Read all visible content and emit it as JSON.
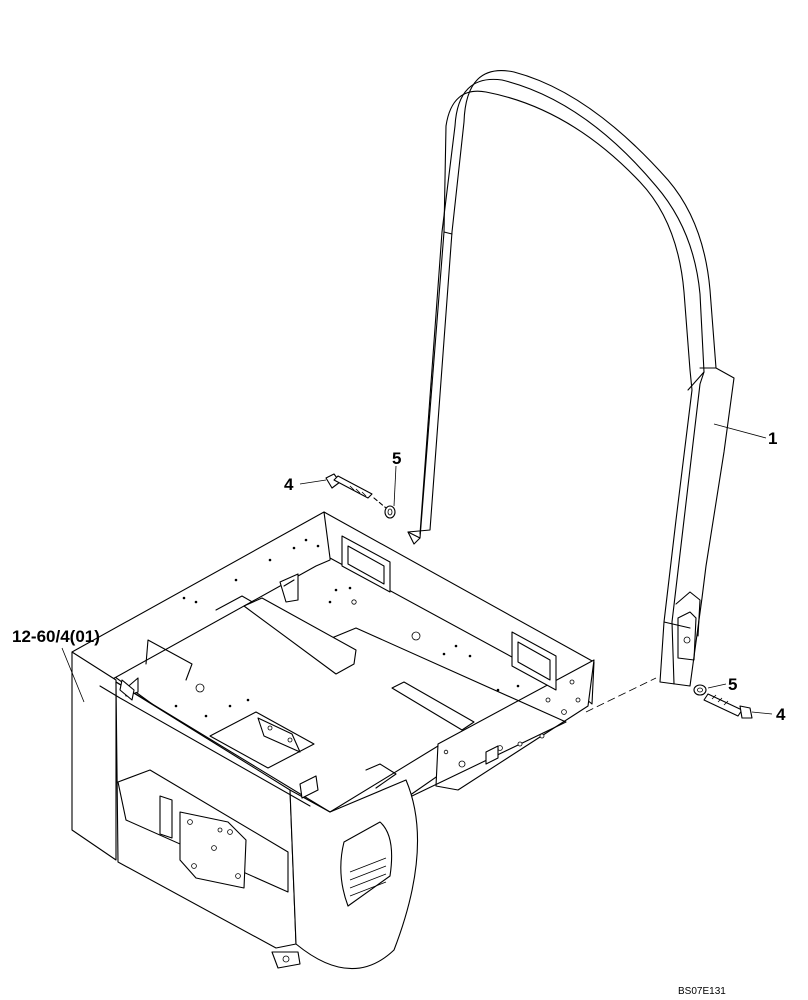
{
  "callouts": {
    "rollbar": "1",
    "bolt_left": "4",
    "washer_left": "5",
    "washer_right": "5",
    "bolt_right": "4"
  },
  "reference": {
    "frame": "12-60/4(01)"
  },
  "drawing_code": "BS07E131"
}
